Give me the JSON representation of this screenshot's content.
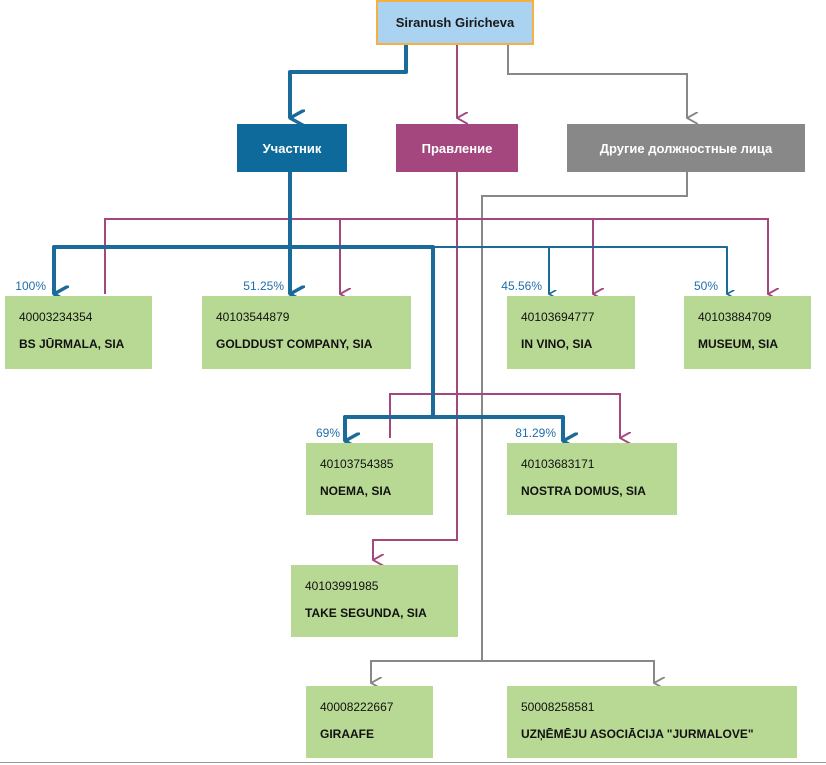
{
  "root": {
    "name": "Siranush Giricheva"
  },
  "roles": {
    "participant": {
      "label": "Участник",
      "color": "#0e6a9a"
    },
    "board": {
      "label": "Правление",
      "color": "#a3477e"
    },
    "other": {
      "label": "Другие должностные лица",
      "color": "#888888"
    }
  },
  "companies": [
    {
      "id": "bs",
      "code": "40003234354",
      "name": "BS JŪRMALA, SIA",
      "share": "100%"
    },
    {
      "id": "golddust",
      "code": "40103544879",
      "name": "GOLDDUST COMPANY, SIA",
      "share": "51.25%"
    },
    {
      "id": "invino",
      "code": "40103694777",
      "name": "IN VINO, SIA",
      "share": "45.56%"
    },
    {
      "id": "museum",
      "code": "40103884709",
      "name": "MUSEUM, SIA",
      "share": "50%"
    },
    {
      "id": "noema",
      "code": "40103754385",
      "name": "NOEMA, SIA",
      "share": "69%"
    },
    {
      "id": "nostra",
      "code": "40103683171",
      "name": "NOSTRA DOMUS, SIA",
      "share": "81.29%"
    },
    {
      "id": "take",
      "code": "40103991985",
      "name": "TAKE SEGUNDA, SIA"
    },
    {
      "id": "giraafe",
      "code": "40008222667",
      "name": "GIRAAFE"
    },
    {
      "id": "jurmalove",
      "code": "50008258581",
      "name": "UZŅĒMĒJU ASOCIĀCIJA \"JURMALOVE\""
    }
  ],
  "colors": {
    "company_fill": "#b8d994",
    "root_fill": "#a9d3f0",
    "root_border": "#f5b041"
  }
}
